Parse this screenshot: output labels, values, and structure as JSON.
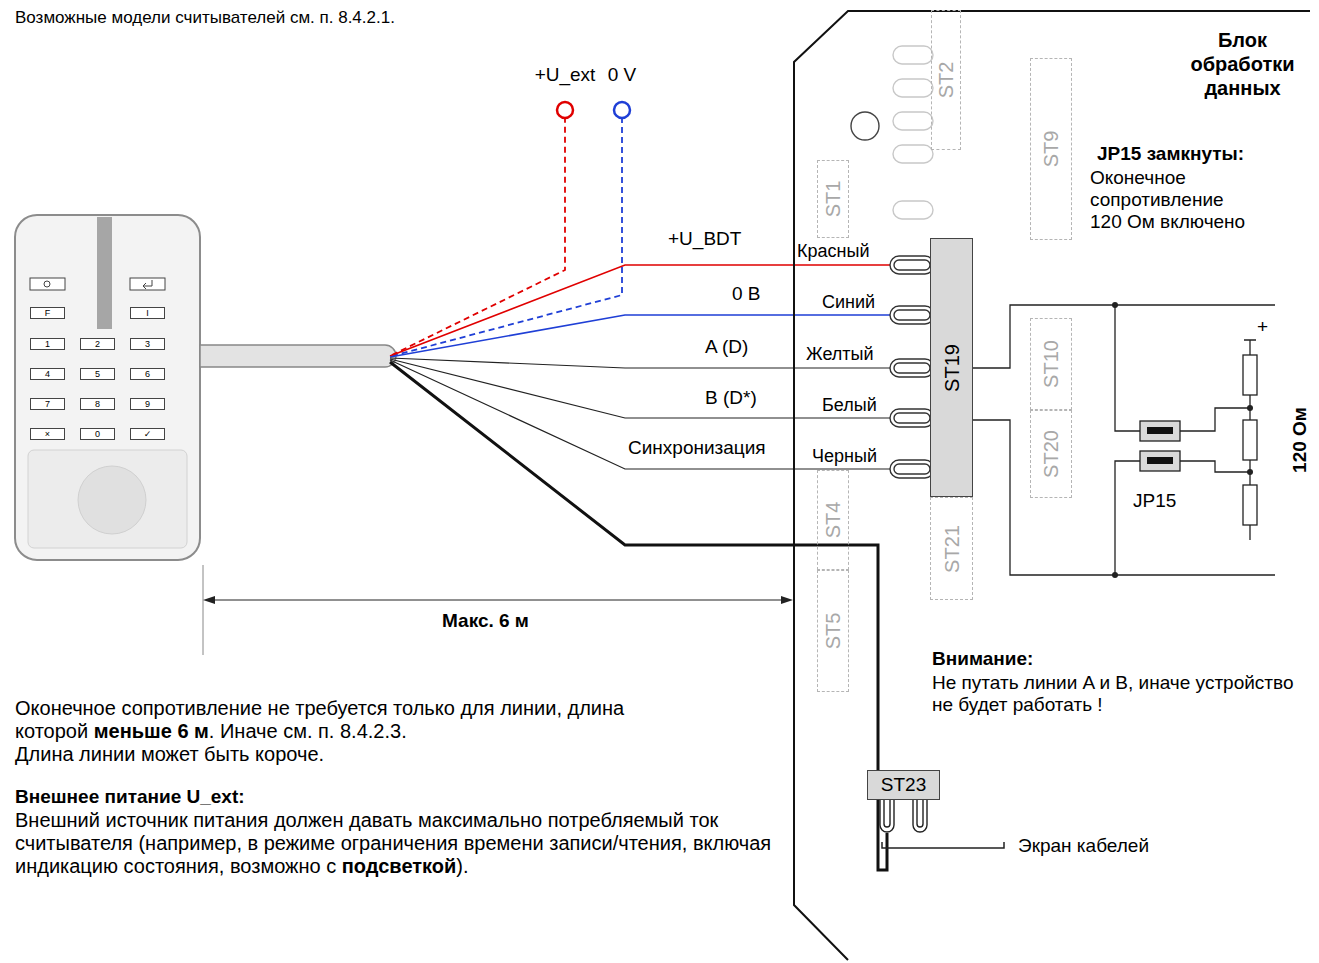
{
  "diagram": {
    "nodes": [
      {
        "text": [
          "+U_ext"
        ]
      },
      {
        "text": [
          "0 V"
        ]
      },
      {
        "text": [
          "Блок обработки данных"
        ]
      },
      {
        "text": [
          "ST2"
        ],
        "in": 2
      },
      {
        "text": [
          "ST1"
        ],
        "in": 2
      },
      {
        "text": [
          "ST9"
        ],
        "in": 2
      },
      {
        "text": [
          "ST19"
        ],
        "in": 2
      },
      {
        "text": [
          "ST10"
        ],
        "in": 2
      },
      {
        "text": [
          "ST20"
        ],
        "in": 2
      },
      {
        "text": [
          "ST4"
        ],
        "in": 2
      },
      {
        "text": [
          "ST21"
        ],
        "in": 2
      },
      {
        "text": [
          "ST5"
        ],
        "in": 2
      },
      {
        "text": [
          "ST23"
        ],
        "in": 2
      },
      {
        "text": [
          "F"
        ]
      },
      {
        "text": [
          "I"
        ]
      },
      {
        "text": [
          "1"
        ]
      },
      {
        "text": [
          "2"
        ]
      },
      {
        "text": [
          "3"
        ]
      },
      {
        "text": [
          "4"
        ]
      },
      {
        "text": [
          "5"
        ]
      },
      {
        "text": [
          "6"
        ]
      },
      {
        "text": [
          "7"
        ]
      },
      {
        "text": [
          "8"
        ]
      },
      {
        "text": [
          "9"
        ]
      },
      {
        "text": [
          "×"
        ]
      },
      {
        "text": [
          "0"
        ]
      },
      {
        "text": [
          "✓"
        ]
      }
    ],
    "labels": [
      "Возможные модели считывателей см. п. 8.4.2.1.",
      "+U_BDT",
      "0 В",
      "A (D)",
      "B (D*)",
      "Синхронизация",
      "Красный",
      "Синий",
      "Желтый",
      "Белый",
      "Черный",
      "JP15 замкнуты:",
      "Оконечное сопротивление 120 Ом включено",
      "+",
      "120 Ом",
      "JP15",
      "Макс. 6 м",
      "Оконечное сопротивление не требуется только для линии, длина которой",
      "меньше 6 м",
      ". Иначе см. п. 8.4.2.3.",
      "Длина линии может быть короче.",
      "Внешнее питание U_ext:",
      "Внешний источник питания должен давать максимально потребляемый ток считывателя (например, в режиме ограничения времени записи/чтения, включая индикацию состояния, возможно с",
      "подсветкой",
      ").",
      "Внимание:",
      "Не путать линии A и B, иначе устройство не будет работать !",
      "Экран кабелей"
    ]
  }
}
